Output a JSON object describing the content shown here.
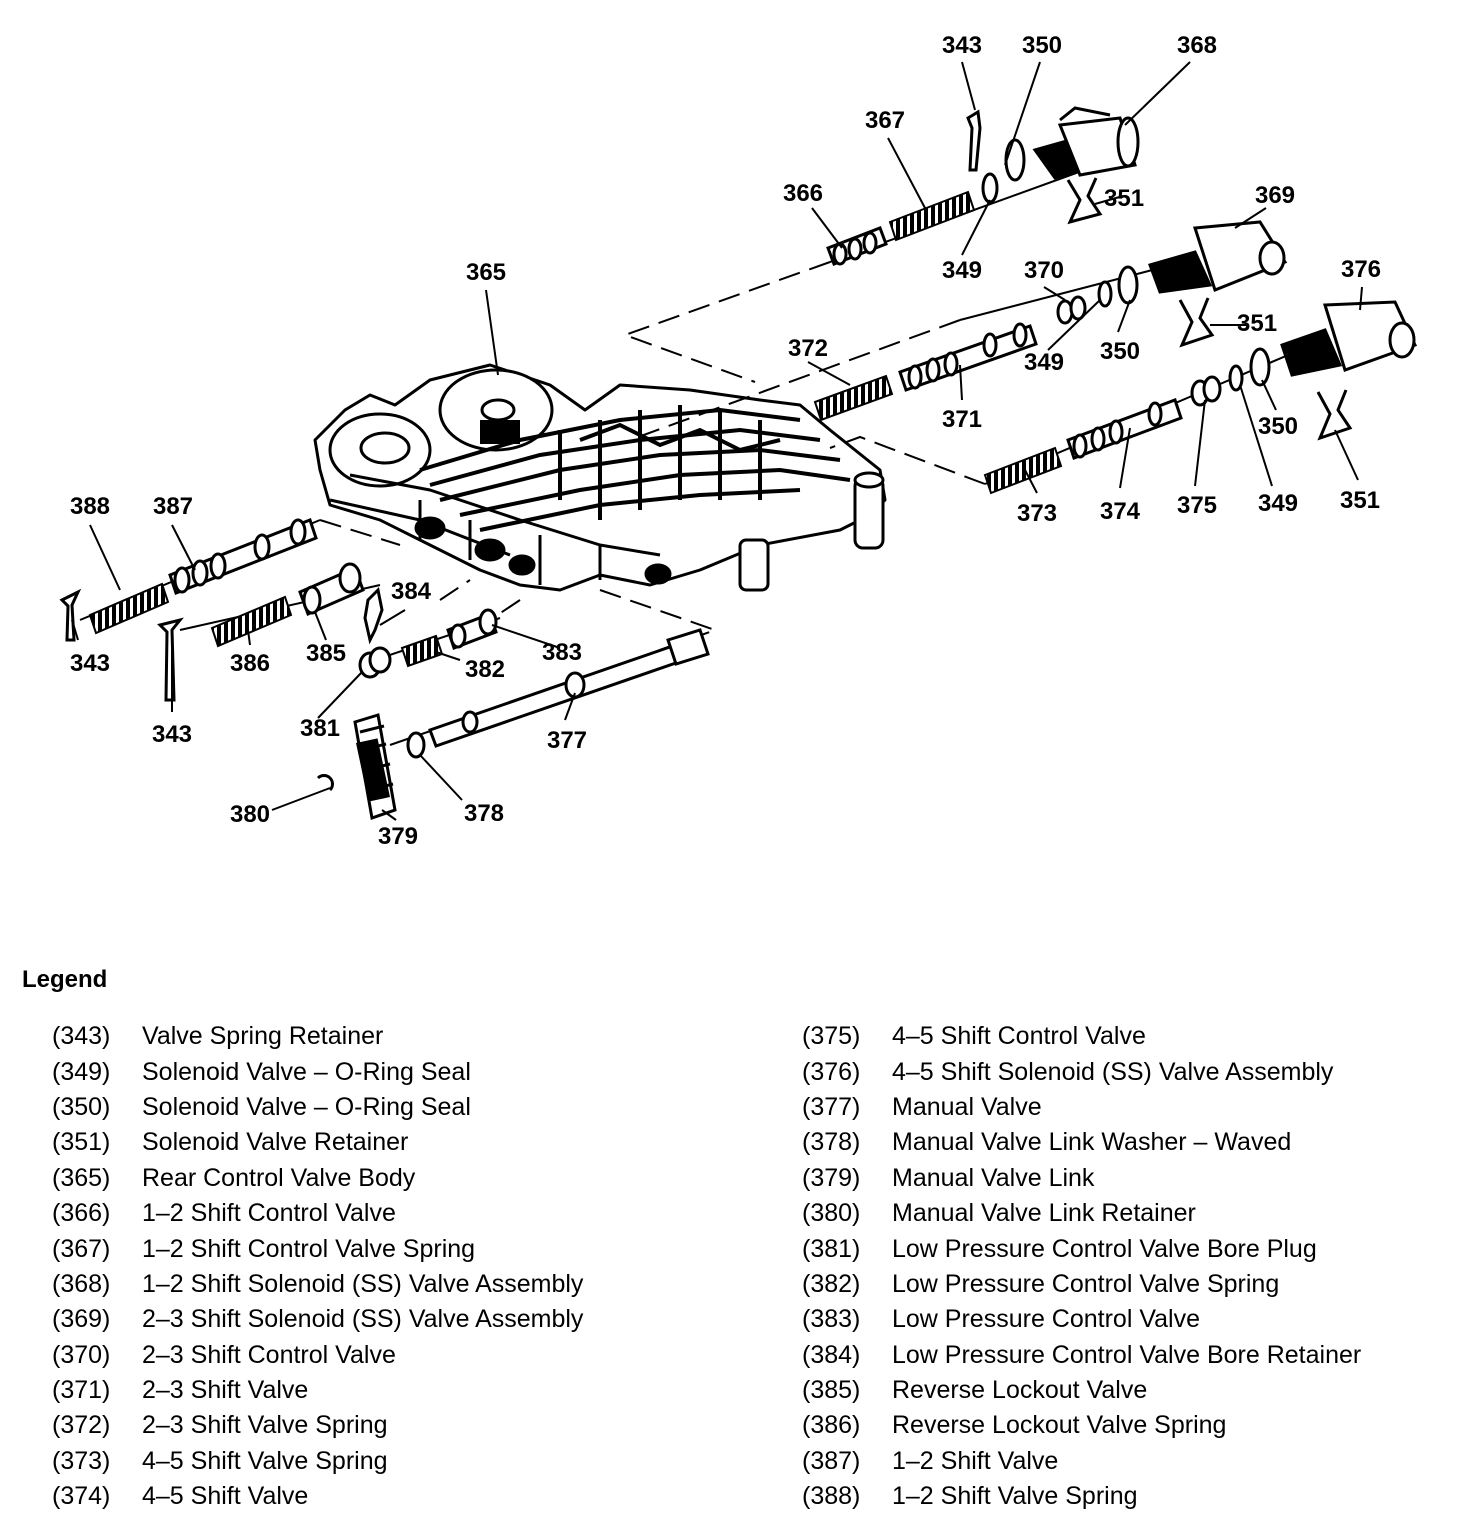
{
  "callouts": {
    "c343a": "343",
    "c350a": "350",
    "c368": "368",
    "c367": "367",
    "c351a": "351",
    "c366": "366",
    "c349a": "349",
    "c369": "369",
    "c370": "370",
    "c351b": "351",
    "c365": "365",
    "c376": "376",
    "c372": "372",
    "c349b": "349",
    "c350b": "350",
    "c371": "371",
    "c350c": "350",
    "c388": "388",
    "c387": "387",
    "c373": "373",
    "c374": "374",
    "c375": "375",
    "c349c": "349",
    "c351c": "351",
    "c384": "384",
    "c383": "383",
    "c343b": "343",
    "c386": "386",
    "c385": "385",
    "c382": "382",
    "c343c": "343",
    "c381": "381",
    "c377": "377",
    "c380": "380",
    "c378": "378",
    "c379": "379"
  },
  "legend": {
    "title": "Legend",
    "left": [
      {
        "num": "(343)",
        "desc": "Valve Spring Retainer"
      },
      {
        "num": "(349)",
        "desc": "Solenoid Valve – O-Ring Seal"
      },
      {
        "num": "(350)",
        "desc": "Solenoid Valve – O-Ring Seal"
      },
      {
        "num": "(351)",
        "desc": "Solenoid Valve Retainer"
      },
      {
        "num": "(365)",
        "desc": "Rear Control Valve Body"
      },
      {
        "num": "(366)",
        "desc": "1–2 Shift Control Valve"
      },
      {
        "num": "(367)",
        "desc": "1–2 Shift Control Valve Spring"
      },
      {
        "num": "(368)",
        "desc": "1–2 Shift Solenoid (SS) Valve Assembly"
      },
      {
        "num": "(369)",
        "desc": "2–3 Shift Solenoid (SS) Valve Assembly"
      },
      {
        "num": "(370)",
        "desc": "2–3 Shift Control Valve"
      },
      {
        "num": "(371)",
        "desc": "2–3 Shift Valve"
      },
      {
        "num": "(372)",
        "desc": "2–3 Shift Valve Spring"
      },
      {
        "num": "(373)",
        "desc": "4–5 Shift Valve Spring"
      },
      {
        "num": "(374)",
        "desc": "4–5 Shift Valve"
      }
    ],
    "right": [
      {
        "num": "(375)",
        "desc": "4–5 Shift Control Valve"
      },
      {
        "num": "(376)",
        "desc": "4–5 Shift Solenoid (SS) Valve Assembly"
      },
      {
        "num": "(377)",
        "desc": "Manual Valve"
      },
      {
        "num": "(378)",
        "desc": "Manual Valve Link Washer – Waved"
      },
      {
        "num": "(379)",
        "desc": "Manual Valve Link"
      },
      {
        "num": "(380)",
        "desc": "Manual Valve Link Retainer"
      },
      {
        "num": "(381)",
        "desc": "Low Pressure Control Valve Bore Plug"
      },
      {
        "num": "(382)",
        "desc": "Low Pressure Control Valve Spring"
      },
      {
        "num": "(383)",
        "desc": "Low Pressure Control Valve"
      },
      {
        "num": "(384)",
        "desc": "Low Pressure Control Valve Bore Retainer"
      },
      {
        "num": "(385)",
        "desc": "Reverse Lockout Valve"
      },
      {
        "num": "(386)",
        "desc": "Reverse Lockout Valve Spring"
      },
      {
        "num": "(387)",
        "desc": "1–2 Shift Valve"
      },
      {
        "num": "(388)",
        "desc": "1–2 Shift Valve Spring"
      }
    ]
  }
}
